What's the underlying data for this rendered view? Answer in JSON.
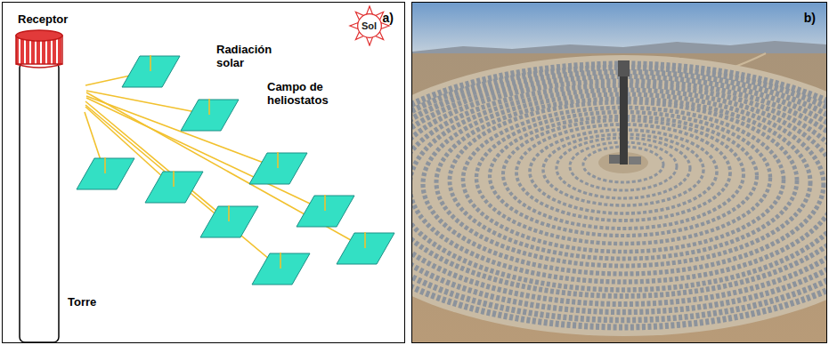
{
  "diagram": {
    "nodes": [
      {
        "text": [
          "a)"
        ]
      },
      {
        "text": [
          "Sol"
        ],
        "in": 0
      },
      {
        "text": [
          "b)"
        ]
      }
    ],
    "labels": [
      "Receptor",
      "Radiación solar",
      "Campo de heliostatos",
      "Torre"
    ]
  }
}
